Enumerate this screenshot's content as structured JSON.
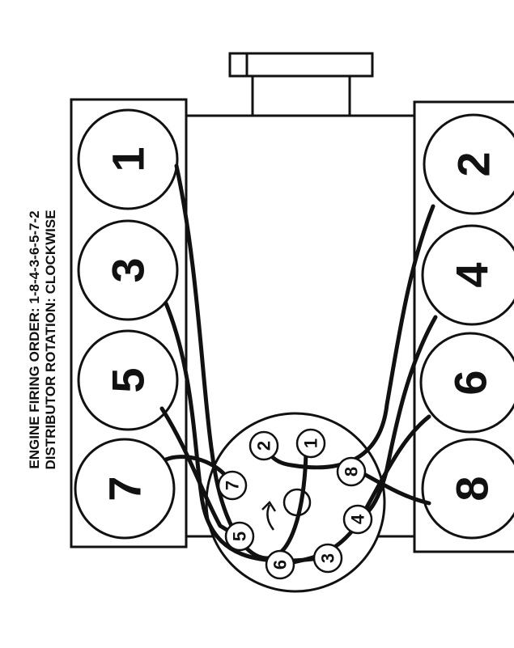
{
  "caption": {
    "firing_order": "ENGINE FIRING ORDER: 1-8-4-3-6-5-7-2",
    "rotation": "DISTRIBUTOR ROTATION: CLOCKWISE"
  },
  "left_bank": {
    "cylinders": [
      "1",
      "3",
      "5",
      "7"
    ]
  },
  "right_bank": {
    "cylinders": [
      "2",
      "4",
      "6",
      "8"
    ]
  },
  "distributor": {
    "terminals": [
      "1",
      "8",
      "4",
      "3",
      "6",
      "5",
      "7",
      "2"
    ]
  },
  "colors": {
    "ink": "#111111",
    "paper": "#ffffff"
  }
}
